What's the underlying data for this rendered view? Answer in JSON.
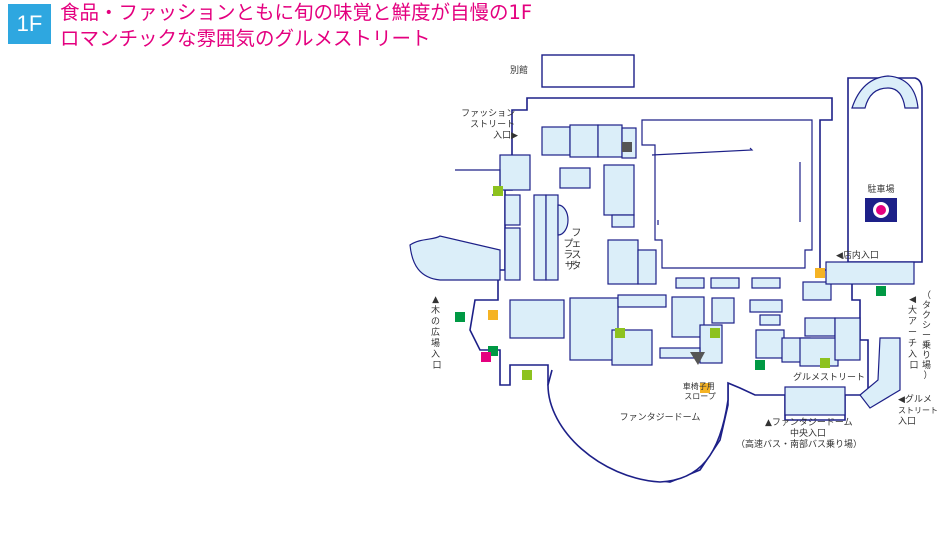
{
  "floor": "1F",
  "headline": {
    "line1": "食品・ファッションともに旬の味覚と鮮度が自慢の1F",
    "line2": "ロマンチックな雰囲気のグルメストリート"
  },
  "labels": {
    "annex": "別館",
    "fashion_entrance": [
      "ファッション",
      "ストリート",
      "入口▶"
    ],
    "festa_plaza": [
      "フ",
      "ェ",
      "ス",
      "タ",
      "プ",
      "ラ",
      "ザ"
    ],
    "parking": "駐車場",
    "store_entrance": "◀店内入口",
    "wood_plaza": [
      "▲",
      "木",
      "の",
      "広",
      "場",
      "入",
      "口"
    ],
    "taxi": [
      "（",
      "タ",
      "ク",
      "シ",
      "ー",
      "乗",
      "り",
      "場",
      "）"
    ],
    "arch": [
      "◀",
      "大",
      "ア",
      "ー",
      "チ",
      "入",
      "口"
    ],
    "gourmet_street": "グルメストリート",
    "gourmet_entrance": [
      "◀グルメ",
      "ストリート",
      "入口"
    ],
    "wheelchair": [
      "車椅子用",
      "スロープ"
    ],
    "fantasy_dome": "ファンタジードーム",
    "dome_entrance": [
      "▲ファンタジードーム",
      "中央入口",
      "（高速バス・南部バス乗り場）"
    ]
  },
  "colors": {
    "accent": "#e4007f",
    "badge": "#2ea7e0",
    "outline": "#1d2088",
    "shop_fill": "#dbeef9",
    "elevator": "#8dc21f",
    "toilet": "#f5b324"
  }
}
